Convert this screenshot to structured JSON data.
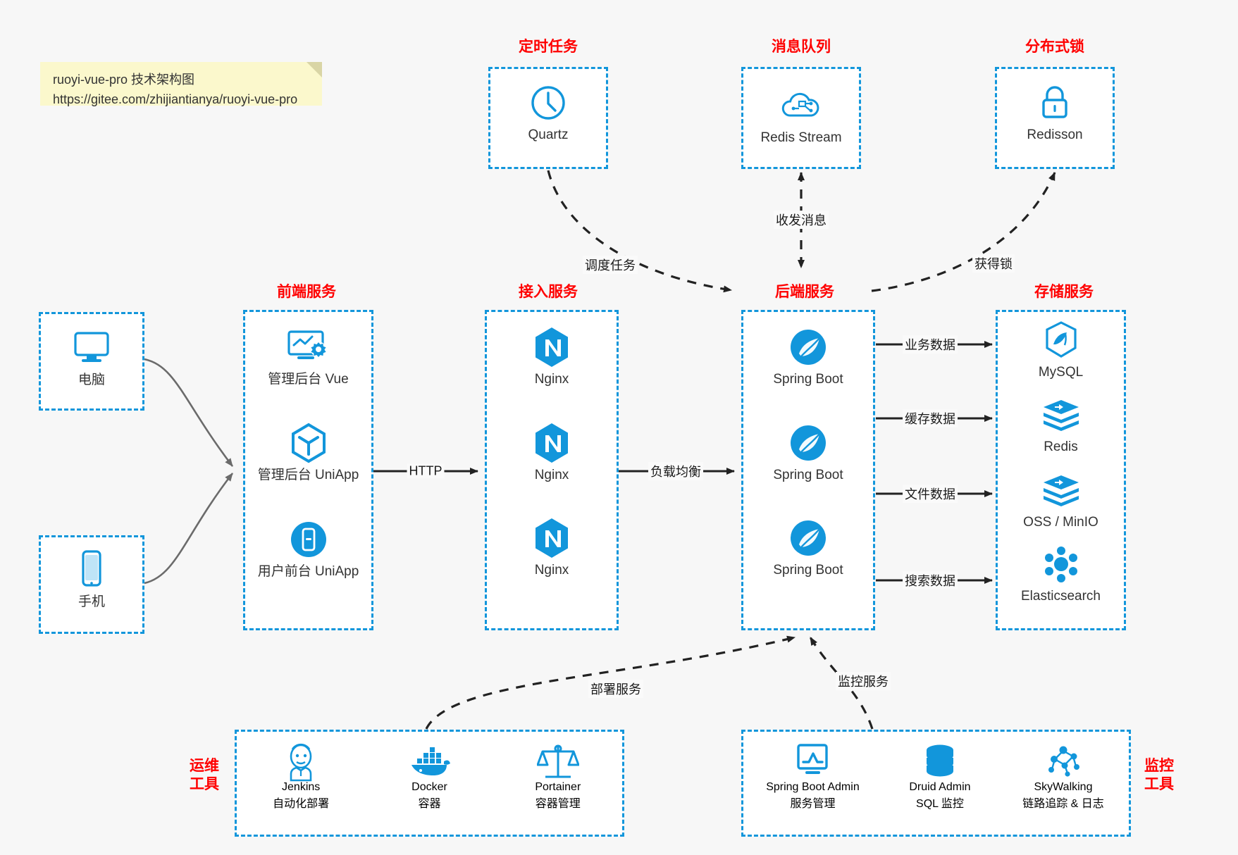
{
  "note": {
    "line1": "ruoyi-vue-pro 技术架构图",
    "line2": "https://gitee.com/zhijiantianya/ruoyi-vue-pro"
  },
  "colors": {
    "accent": "#1296db",
    "group_title": "#ff0000",
    "caption": "#333333",
    "edge": "#333333",
    "note_bg": "#fbf8cc",
    "canvas_bg": "#f7f7f7"
  },
  "groups": {
    "scheduled_task": {
      "title": "定时任务"
    },
    "message_queue": {
      "title": "消息队列"
    },
    "distributed_lock": {
      "title": "分布式锁"
    },
    "frontend": {
      "title": "前端服务"
    },
    "gateway": {
      "title": "接入服务"
    },
    "backend": {
      "title": "后端服务"
    },
    "storage": {
      "title": "存储服务"
    },
    "devops": {
      "title_line1": "运维",
      "title_line2": "工具"
    },
    "monitor": {
      "title_line1": "监控",
      "title_line2": "工具"
    }
  },
  "clients": [
    {
      "label": "电脑",
      "icon": "desktop-icon"
    },
    {
      "label": "手机",
      "icon": "mobile-icon"
    }
  ],
  "scheduled_task_nodes": [
    {
      "label": "Quartz",
      "icon": "clock-icon"
    }
  ],
  "message_queue_nodes": [
    {
      "label": "Redis Stream",
      "icon": "cloud-stream-icon"
    }
  ],
  "distributed_lock_nodes": [
    {
      "label": "Redisson",
      "icon": "lock-icon"
    }
  ],
  "frontend_nodes": [
    {
      "label": "管理后台 Vue",
      "icon": "dashboard-gear-icon"
    },
    {
      "label": "管理后台 UniApp",
      "icon": "cube-icon"
    },
    {
      "label": "用户前台 UniApp",
      "icon": "phone-app-icon"
    }
  ],
  "gateway_nodes": [
    {
      "label": "Nginx",
      "icon": "nginx-icon"
    },
    {
      "label": "Nginx",
      "icon": "nginx-icon"
    },
    {
      "label": "Nginx",
      "icon": "nginx-icon"
    }
  ],
  "backend_nodes": [
    {
      "label": "Spring Boot",
      "icon": "spring-boot-icon"
    },
    {
      "label": "Spring Boot",
      "icon": "spring-boot-icon"
    },
    {
      "label": "Spring Boot",
      "icon": "spring-boot-icon"
    }
  ],
  "storage_nodes": [
    {
      "label": "MySQL",
      "icon": "mysql-icon"
    },
    {
      "label": "Redis",
      "icon": "redis-icon"
    },
    {
      "label": "OSS / MinIO",
      "icon": "oss-minio-icon"
    },
    {
      "label": "Elasticsearch",
      "icon": "elasticsearch-icon"
    }
  ],
  "devops_nodes": [
    {
      "label": "Jenkins",
      "sub": "自动化部署",
      "icon": "jenkins-icon"
    },
    {
      "label": "Docker",
      "sub": "容器",
      "icon": "docker-icon"
    },
    {
      "label": "Portainer",
      "sub": "容器管理",
      "icon": "portainer-scale-icon"
    }
  ],
  "monitor_nodes": [
    {
      "label": "Spring Boot Admin",
      "sub": "服务管理",
      "icon": "monitor-chart-icon"
    },
    {
      "label": "Druid Admin",
      "sub": "SQL 监控",
      "icon": "database-icon"
    },
    {
      "label": "SkyWalking",
      "sub": "链路追踪 & 日志",
      "icon": "skywalking-icon"
    }
  ],
  "edge_labels": {
    "http": "HTTP",
    "load_balance": "负载均衡",
    "schedule_task": "调度任务",
    "send_receive_message": "收发消息",
    "acquire_lock": "获得锁",
    "business_data": "业务数据",
    "cache_data": "缓存数据",
    "file_data": "文件数据",
    "search_data": "搜索数据",
    "deploy_service": "部署服务",
    "monitor_service": "监控服务"
  }
}
